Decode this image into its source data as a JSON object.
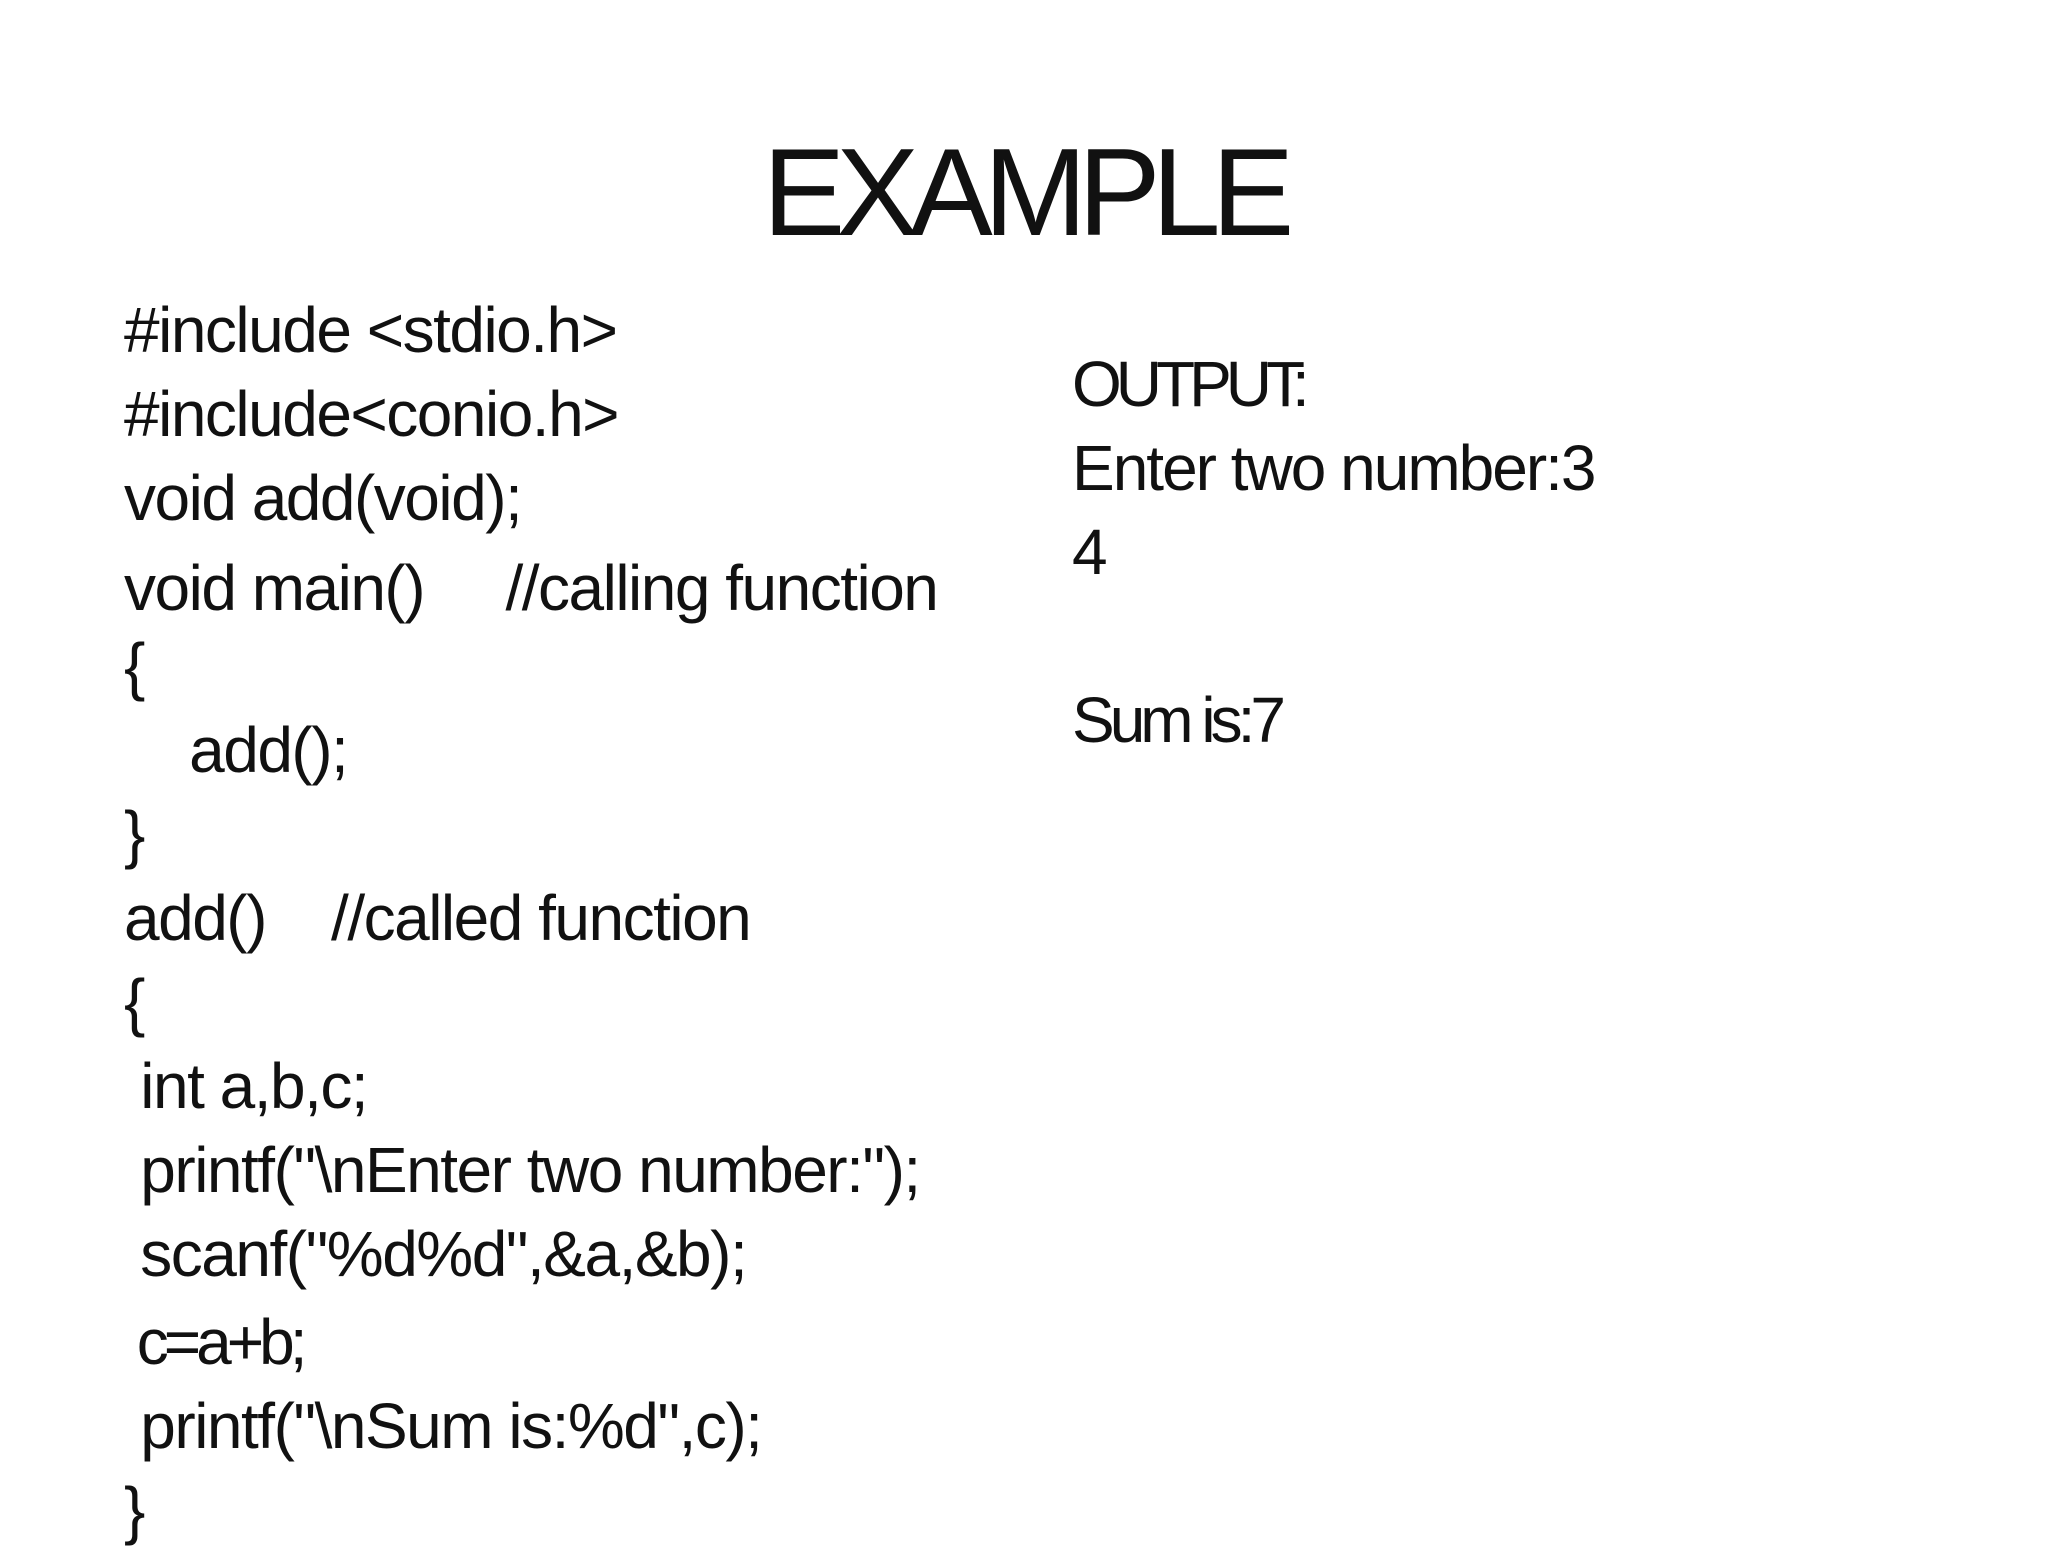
{
  "slide": {
    "title": "EXAMPLE",
    "code_lines": [
      "#include <stdio.h>",
      "#include<conio.h>",
      "void add(void);",
      "void main()     //calling function",
      "{",
      "    add();",
      "}",
      "add()    //called function",
      "{",
      " int a,b,c;",
      " printf(\"\\nEnter two number:\");",
      " scanf(\"%d%d\",&a,&b);",
      " c=a+b;",
      " printf(\"\\nSum is:%d\",c);",
      "}"
    ],
    "output": {
      "heading": "OUTPUT:",
      "lines": [
        "Enter two number:3",
        "4",
        "Sum is:7"
      ]
    }
  }
}
